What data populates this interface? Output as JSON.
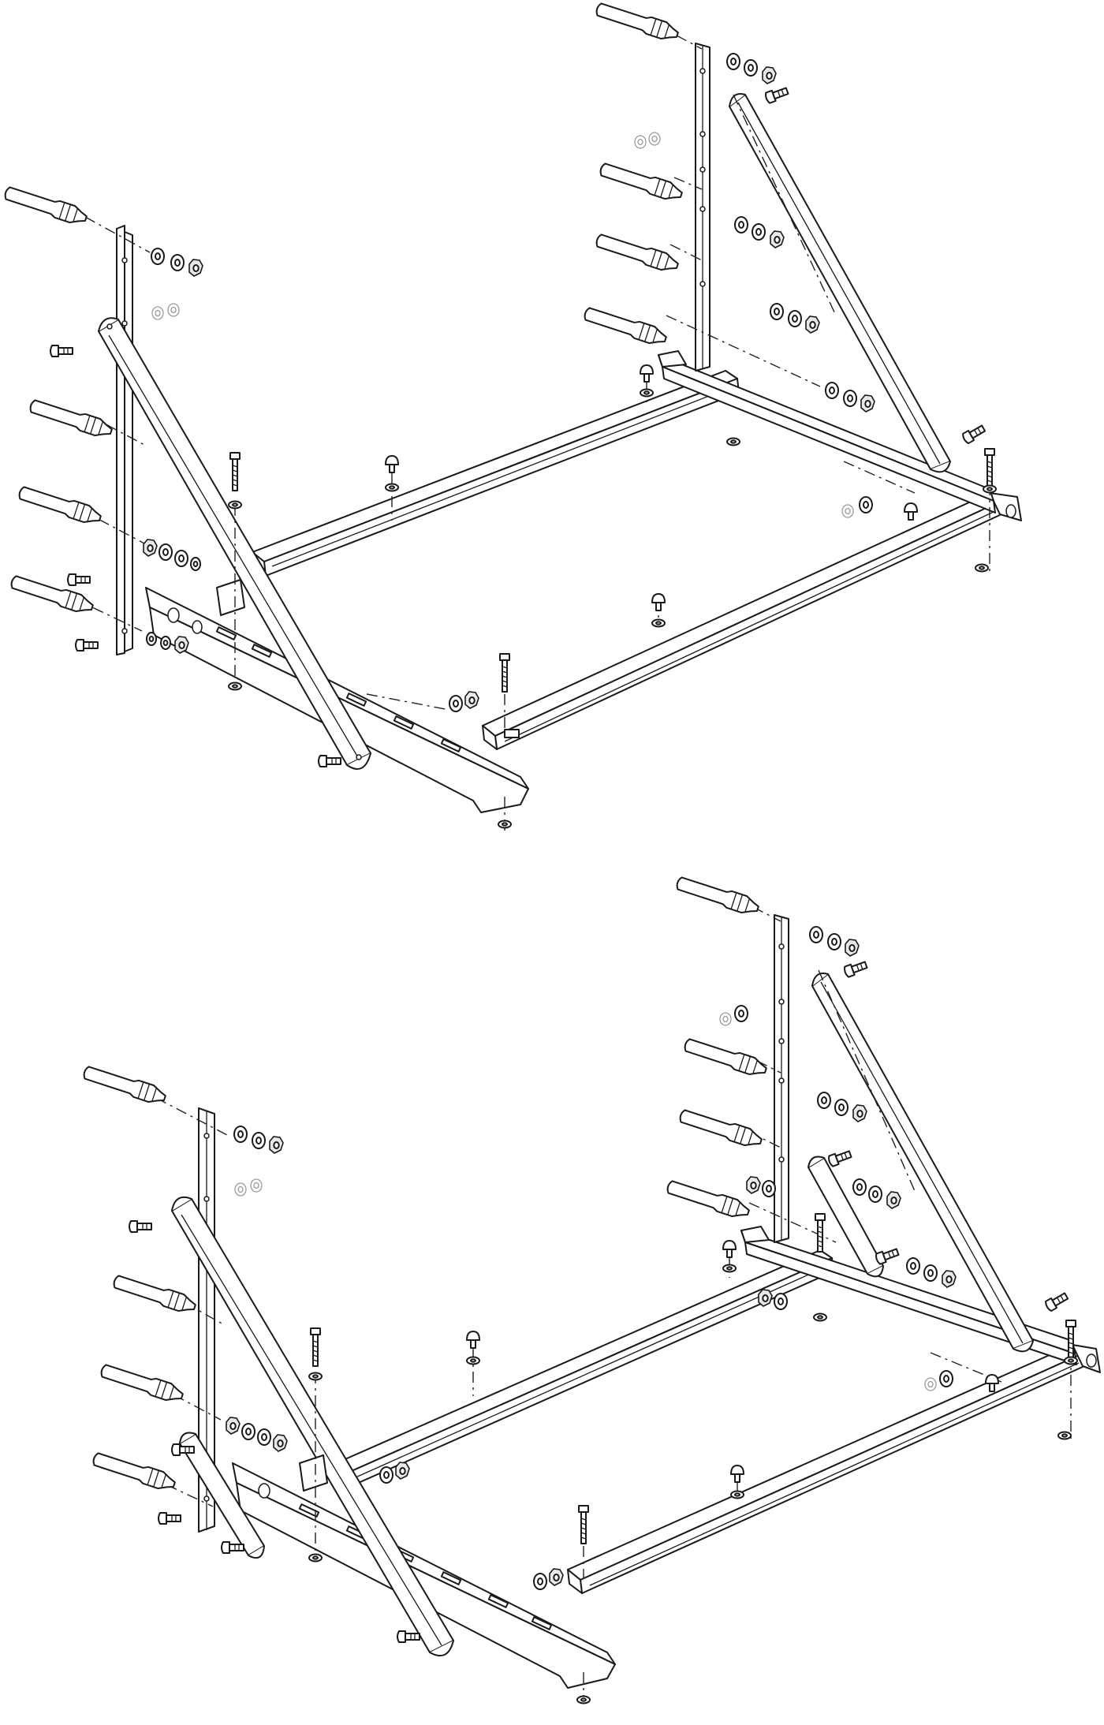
{
  "figure": {
    "kind": "exploded assembly line drawing",
    "views": [
      {
        "id": "upper",
        "variant": "single diagonal brace per side"
      },
      {
        "id": "lower",
        "variant": "main and short auxiliary diagonal brace per side"
      }
    ]
  },
  "parts": {
    "wall_anchor": "anchor-bolt-icon",
    "washer": "washer-icon",
    "nut": "hex-nut-icon",
    "bolt": "carriage-bolt-icon",
    "bracket": "l-bracket-icon",
    "rail": "support-rail-icon"
  },
  "colors": {
    "line": "#1a1a1a",
    "background": "#ffffff",
    "ghost": "#9a9a9a"
  }
}
